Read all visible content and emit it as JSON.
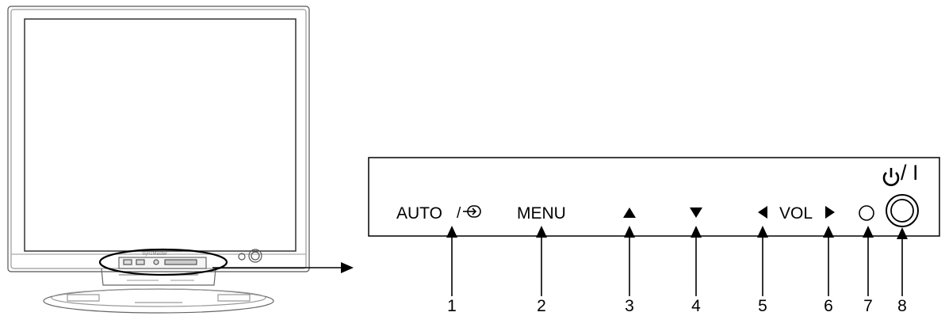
{
  "panel": {
    "auto_label": "AUTO",
    "auto_separator": "/",
    "input_icon": "input-source-icon",
    "menu_label": "MENU",
    "up_icon": "up-triangle-icon",
    "down_icon": "down-triangle-icon",
    "vol_left_icon": "left-triangle-icon",
    "vol_label": "VOL",
    "vol_right_icon": "right-triangle-icon",
    "power_symbol_label": "/ I",
    "led_icon": "indicator-led-icon",
    "power_icon": "power-button-icon"
  },
  "callouts": [
    "1",
    "2",
    "3",
    "4",
    "5",
    "6",
    "7",
    "8"
  ],
  "colors": {
    "line": "#000000",
    "background": "#ffffff",
    "monitor_outline": "#555555"
  }
}
